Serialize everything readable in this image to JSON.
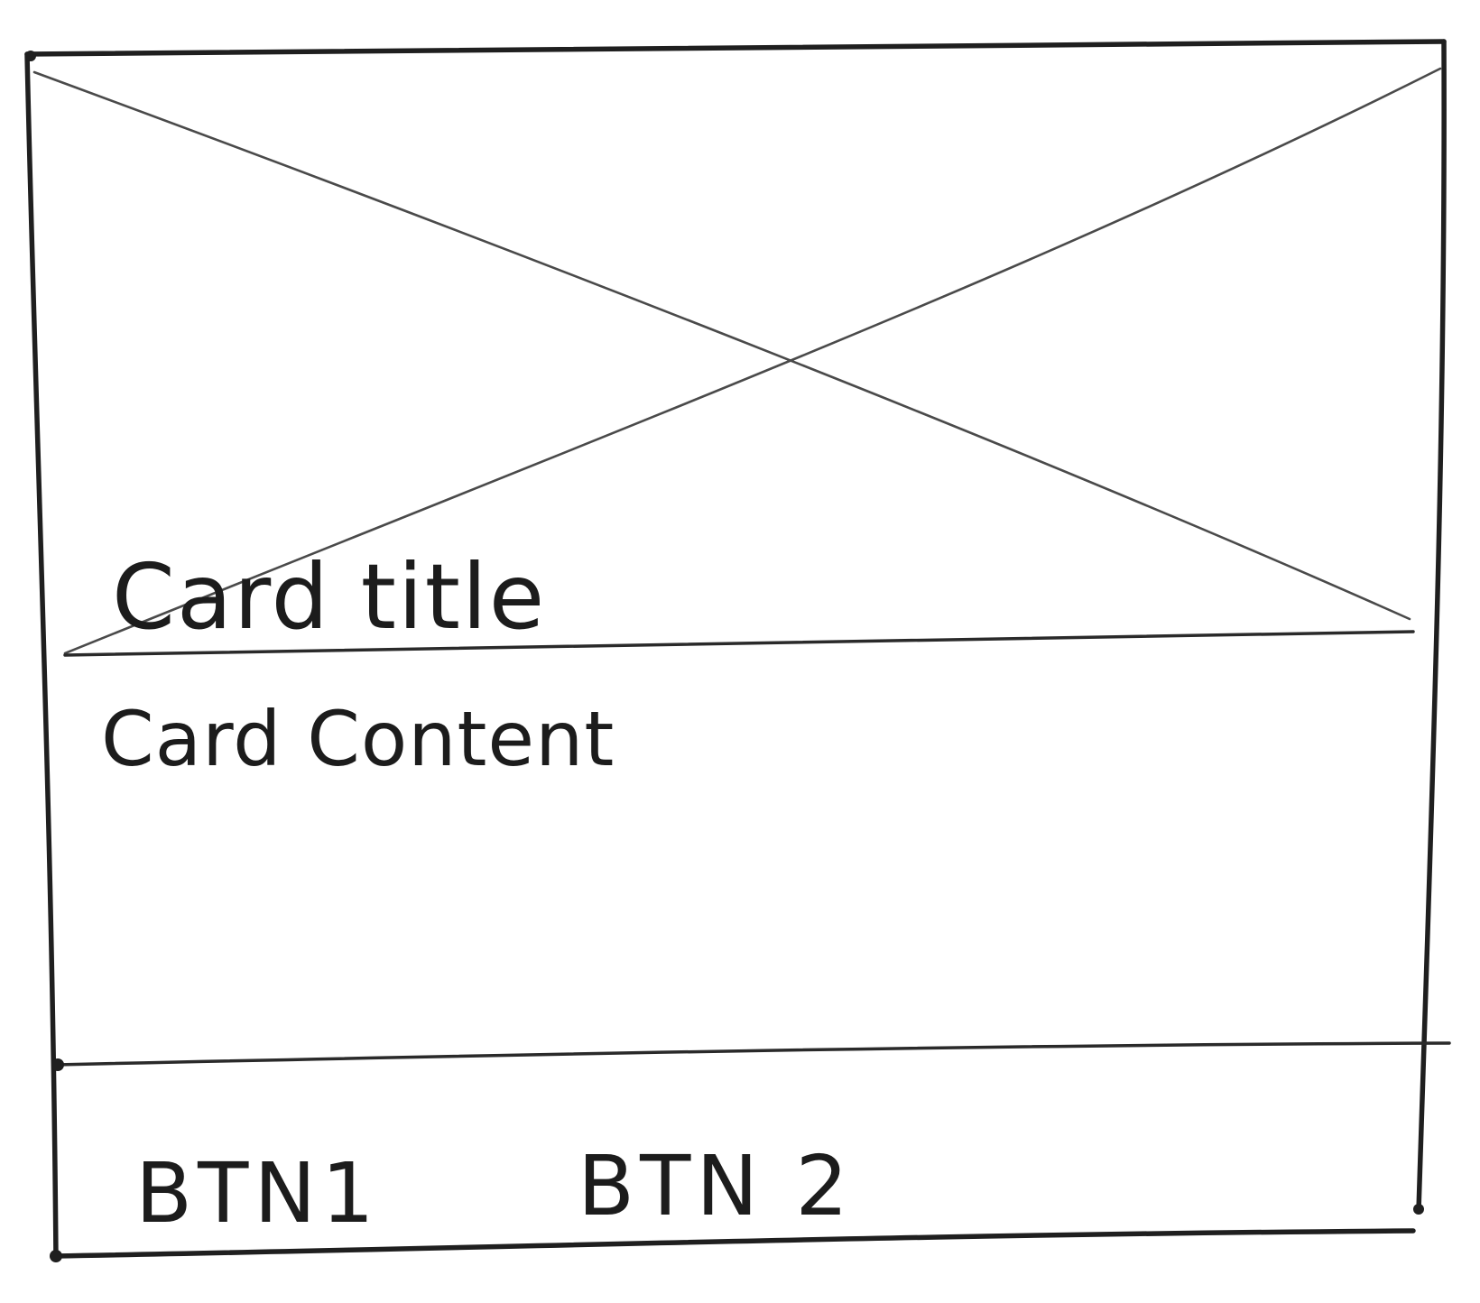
{
  "card": {
    "title": "Card title",
    "content": "Card Content",
    "buttons": [
      {
        "label": "BTN1"
      },
      {
        "label": "BTN 2"
      }
    ]
  }
}
